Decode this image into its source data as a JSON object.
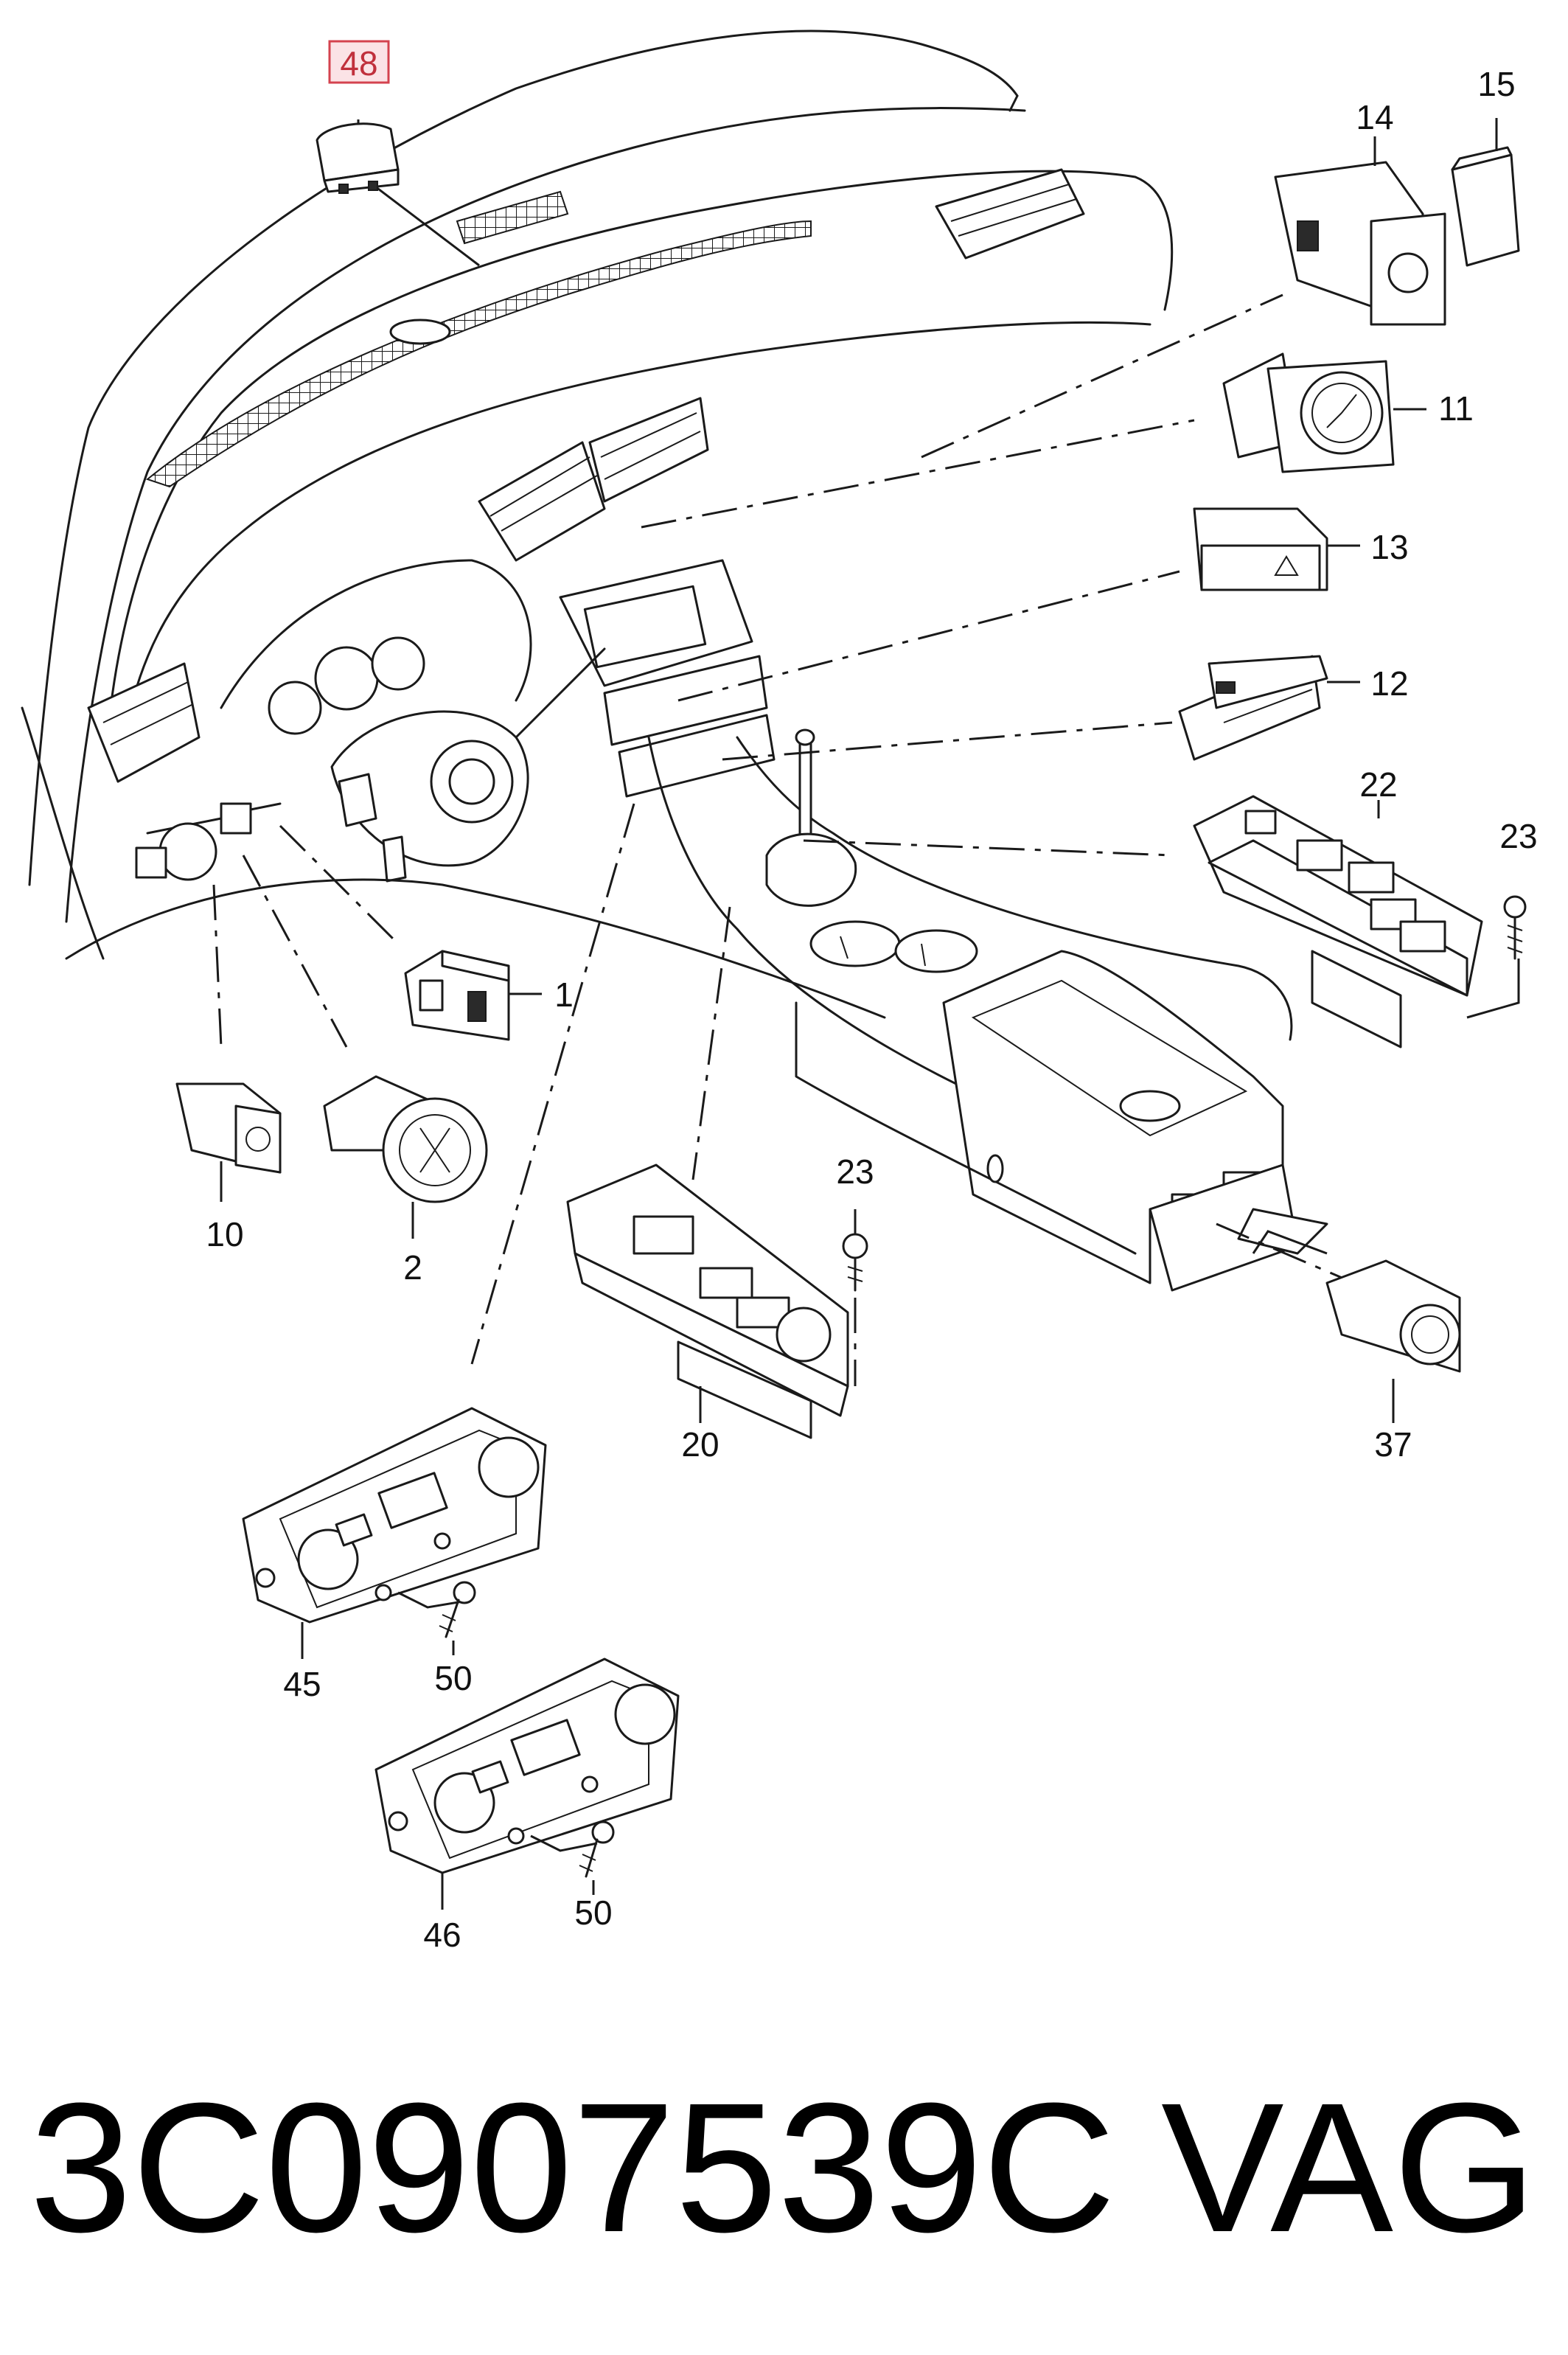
{
  "callouts": {
    "c48": "48",
    "c15": "15",
    "c14": "14",
    "c11": "11",
    "c13": "13",
    "c12": "12",
    "c22": "22",
    "c23a": "23",
    "c1": "1",
    "c10": "10",
    "c2": "2",
    "c23b": "23",
    "c20": "20",
    "c37": "37",
    "c45": "45",
    "c50a": "50",
    "c46": "46",
    "c50b": "50"
  },
  "highlighted_callout": "48",
  "highlight_colors": {
    "fill": "#fbe3e6",
    "stroke": "#d4434f",
    "text": "#c0303c"
  },
  "footer": {
    "part_number": "3C0907539C",
    "brand": "VAG"
  }
}
